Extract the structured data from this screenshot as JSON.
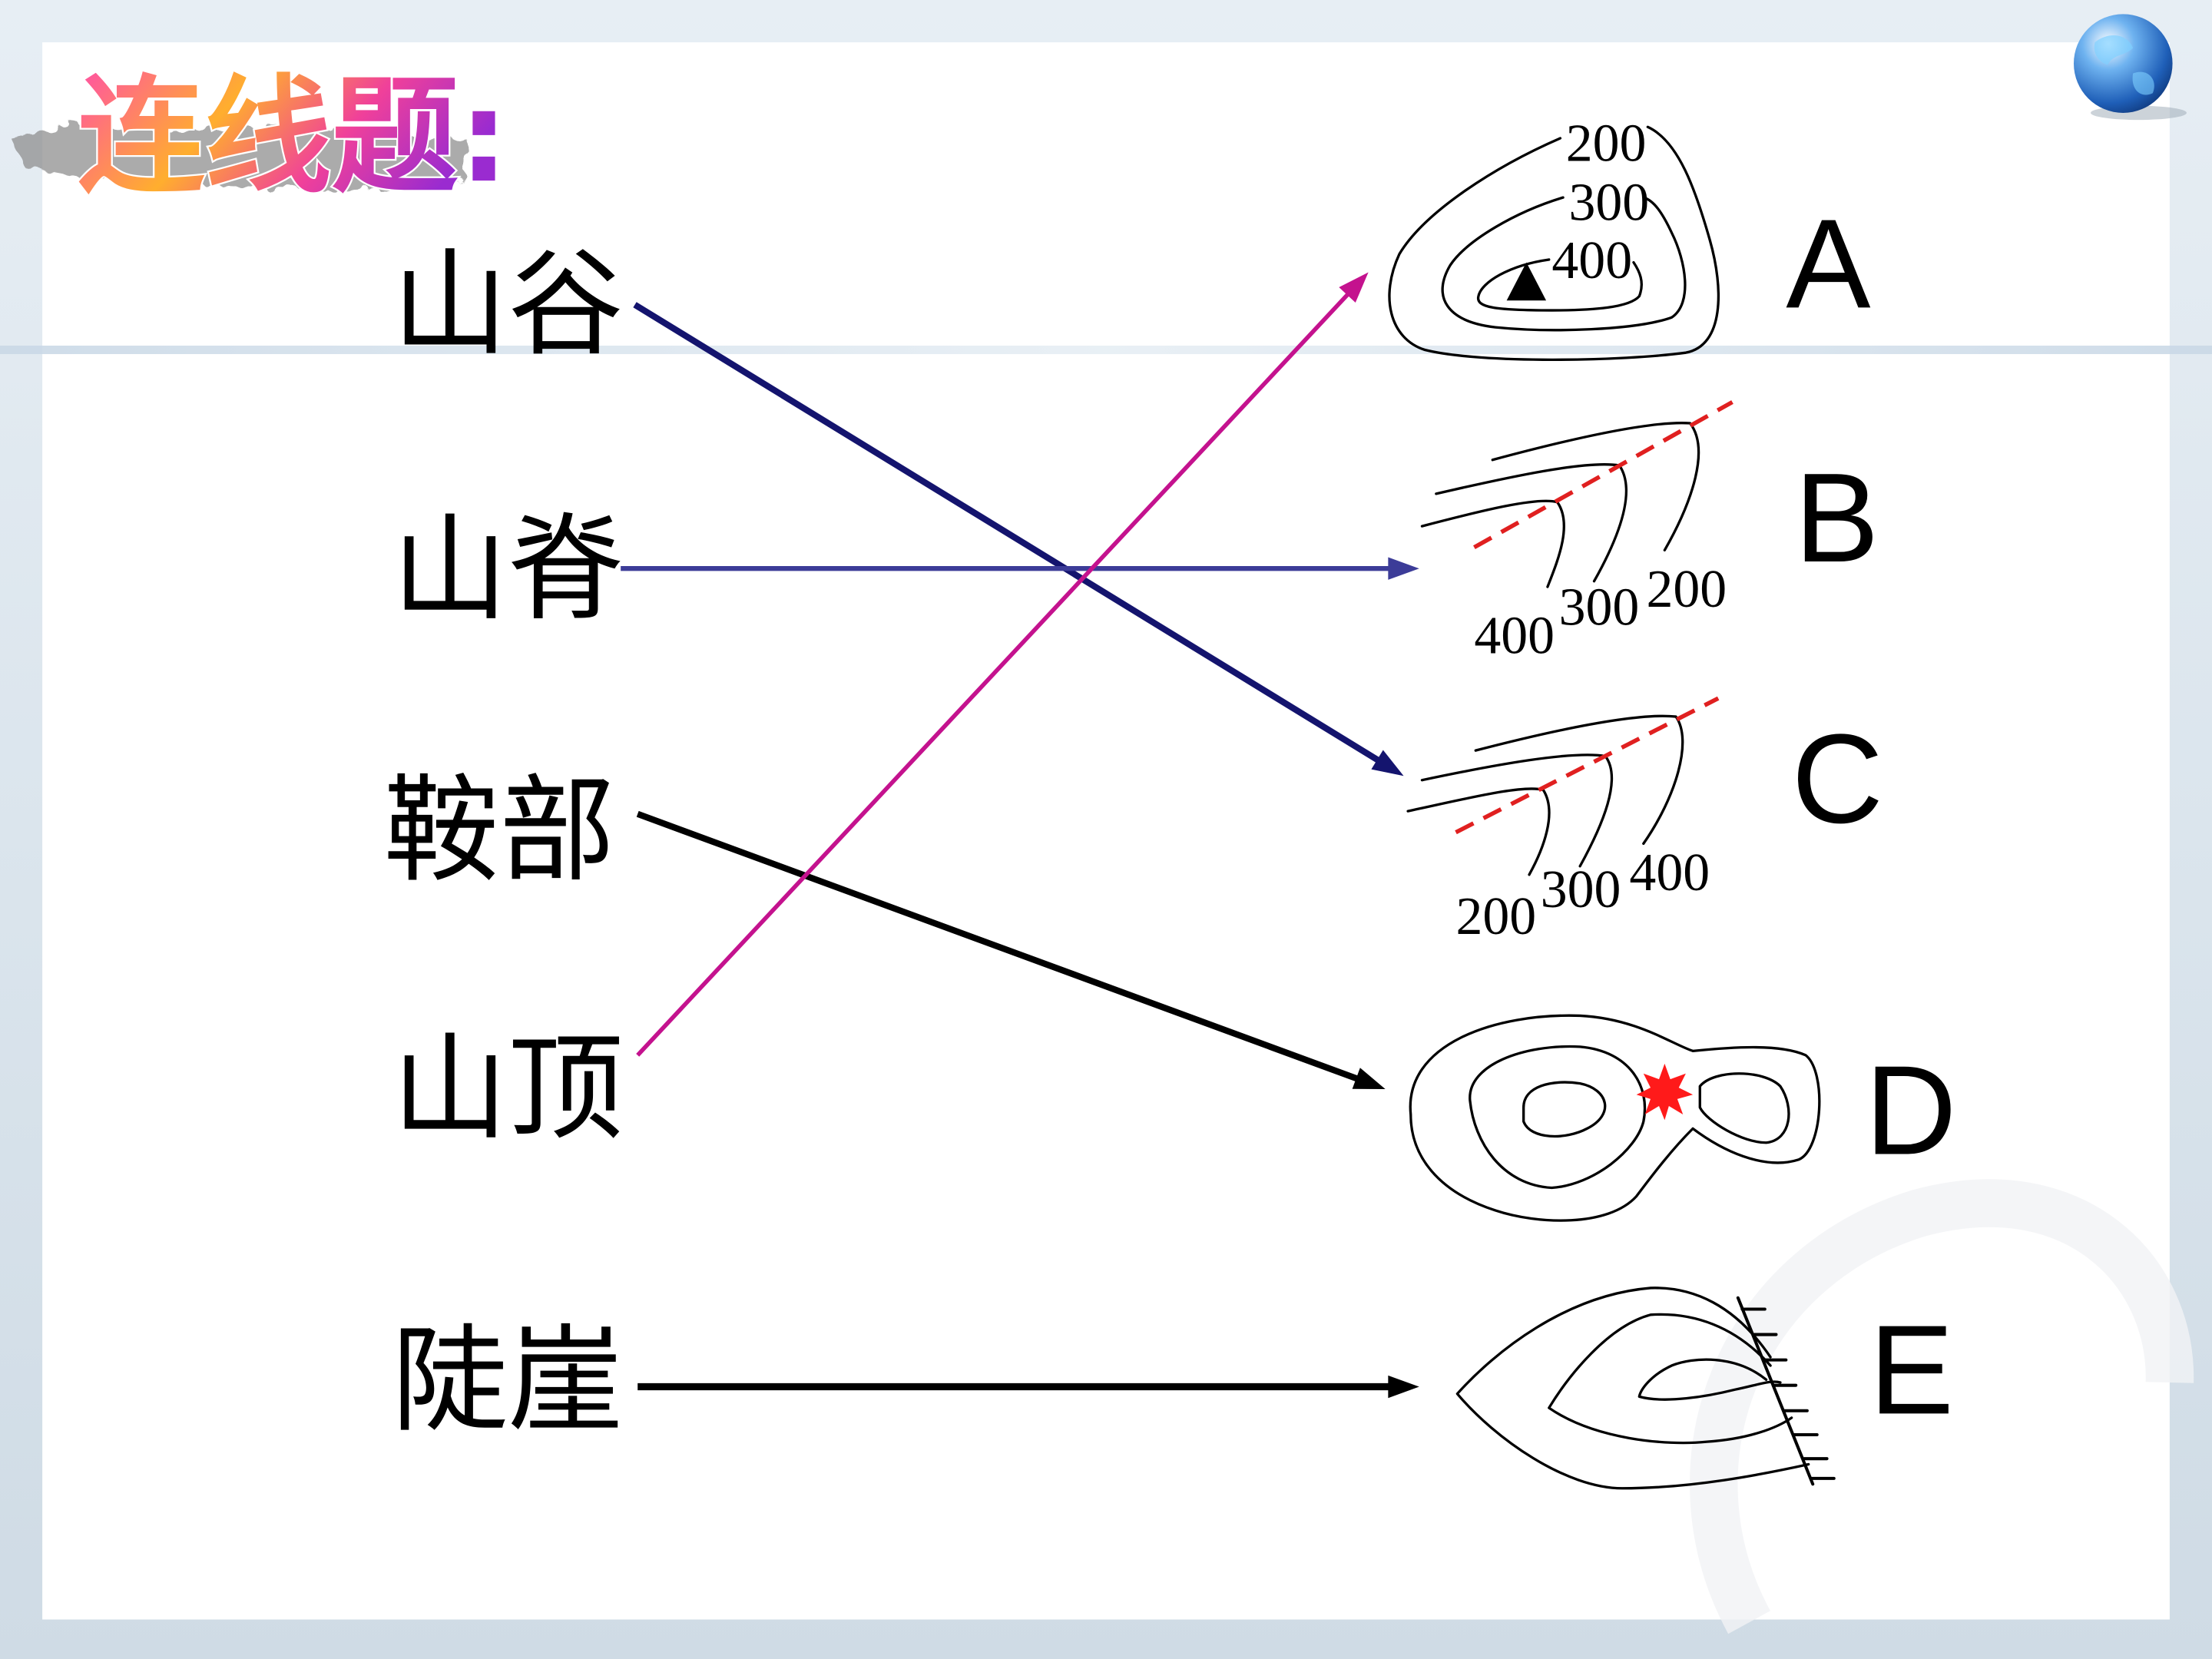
{
  "slide": {
    "title": "连线题:",
    "title_colors": [
      "#ff4fa8",
      "#ffae2e",
      "#f0409a",
      "#9a2bd0"
    ]
  },
  "terms": [
    {
      "label": "山谷"
    },
    {
      "label": "山脊"
    },
    {
      "label": "鞍部"
    },
    {
      "label": "山顶"
    },
    {
      "label": "陡崖"
    }
  ],
  "figures": [
    {
      "letter": "A",
      "contour_labels": [
        "200",
        "300",
        "400"
      ]
    },
    {
      "letter": "B",
      "contour_labels": [
        "400",
        "300",
        "200"
      ]
    },
    {
      "letter": "C",
      "contour_labels": [
        "200",
        "300",
        "400"
      ]
    },
    {
      "letter": "D"
    },
    {
      "letter": "E"
    }
  ],
  "connections": [
    {
      "from": 0,
      "to": 2,
      "color": "#14146e"
    },
    {
      "from": 1,
      "to": 1,
      "color": "#3c3c98"
    },
    {
      "from": 2,
      "to": 3,
      "color": "#000000"
    },
    {
      "from": 3,
      "to": 0,
      "color": "#c4128e"
    },
    {
      "from": 4,
      "to": 4,
      "color": "#000000"
    }
  ],
  "colors": {
    "contour": "#000000",
    "dashed_axis": "#e02020",
    "saddle_star": "#ff1a1a",
    "panel": "#ffffff"
  },
  "globe_icon": "globe-icon"
}
